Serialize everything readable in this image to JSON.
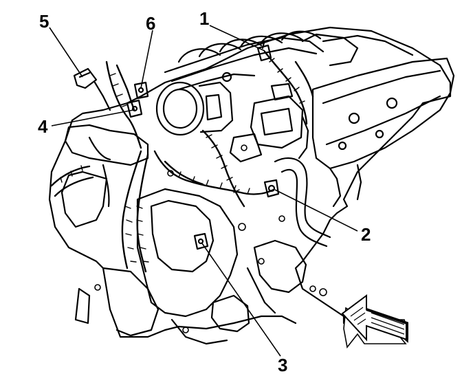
{
  "diagram": {
    "callouts": [
      {
        "id": "1",
        "label": "1"
      },
      {
        "id": "2",
        "label": "2"
      },
      {
        "id": "3",
        "label": "3"
      },
      {
        "id": "4",
        "label": "4"
      },
      {
        "id": "5",
        "label": "5"
      },
      {
        "id": "6",
        "label": "6"
      }
    ],
    "ink_color": "#000000",
    "background_color": "#ffffff",
    "view_arrow": "front-view-arrow"
  }
}
